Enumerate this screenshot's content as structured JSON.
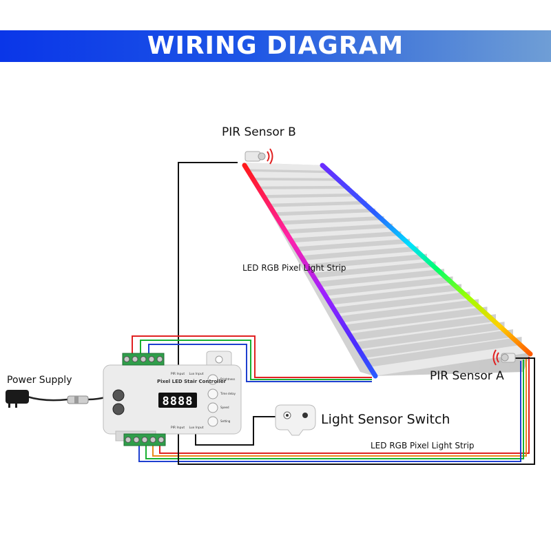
{
  "title": "WIRING DIAGRAM",
  "labels": {
    "pir_b": "PIR Sensor B",
    "pir_a": "PIR Sensor A",
    "strip_top": "LED RGB Pixel Light Strip",
    "strip_bottom": "LED RGB Pixel Light Strip",
    "power_supply": "Power Supply",
    "light_sensor": "Light Sensor Switch"
  },
  "controller": {
    "name": "Pixel LED Stair Controller",
    "display": "8888",
    "top_port_labels": [
      "PIR Input",
      "Lux Input"
    ],
    "bottom_port_labels": [
      "PIR Input",
      "Lux Input"
    ],
    "buttons": [
      "Brightness",
      "Time delay",
      "Speed",
      "Setting"
    ]
  },
  "colors": {
    "banner_start": "#0a36e8",
    "banner_end": "#6f9ed6",
    "wire_black": "#111111",
    "wire_red": "#e02020",
    "wire_green": "#18b030",
    "wire_blue": "#1d3fcf",
    "wire_orange": "#e88a1a",
    "terminal_green": "#2f9e4a"
  }
}
